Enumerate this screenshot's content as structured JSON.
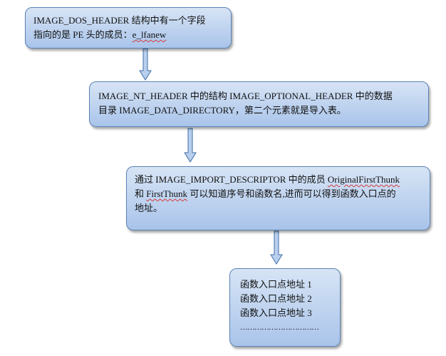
{
  "flow": {
    "box1": {
      "line1": "IMAGE_DOS_HEADER 结构中有一个字段",
      "line2_prefix": "指向的是 PE 头的成员：",
      "line2_term": "e_lfanew"
    },
    "box2": {
      "line1": "IMAGE_NT_HEADER 中的结构 IMAGE_OPTIONAL_HEADER 中的数据",
      "line2": "目录 IMAGE_DATA_DIRECTORY，第二个元素就是导入表。"
    },
    "box3": {
      "line1_prefix": "通过 IMAGE_IMPORT_DESCRIPTOR 中的成员 ",
      "line1_term": "OriginalFirstThunk",
      "line2_prefix": "和 ",
      "line2_term": "FirstThunk",
      "line2_suffix": " 可以知道序号和函数名,进而可以得到函数入口点的",
      "line3": "地址。"
    },
    "box4": {
      "items": [
        "函数入口点地址 1",
        "函数入口点地址 2",
        "函数入口点地址 3"
      ],
      "ellipsis": "……………………………"
    }
  },
  "colors": {
    "box_fill_top": "#d7e4f5",
    "box_fill_bottom": "#a9c4ea",
    "box_border": "#5b83b5",
    "arrow_fill": "#b9cfee",
    "arrow_stroke": "#5b83b5",
    "spellcheck_underline": "#d23b3b"
  }
}
